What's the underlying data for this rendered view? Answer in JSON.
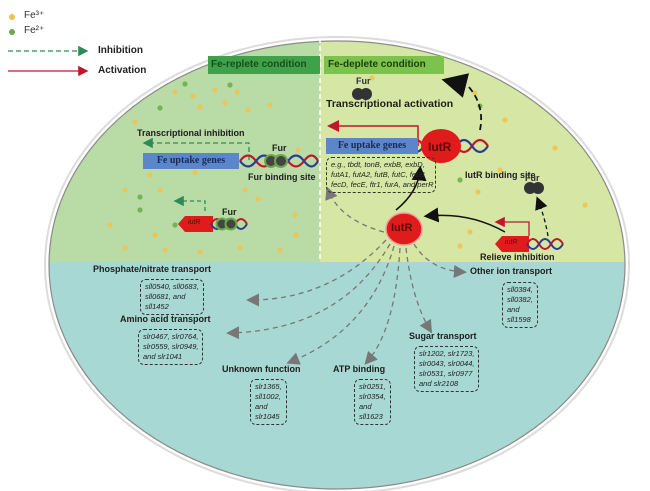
{
  "legend": {
    "fe3": {
      "label": "Fe³⁺",
      "color": "#f2c14e"
    },
    "fe2": {
      "label": "Fe²⁺",
      "color": "#6aaa4a"
    },
    "inhibition": {
      "label": "Inhibition",
      "color": "#2e8b57"
    },
    "activation": {
      "label": "Activation",
      "color": "#c0182a"
    }
  },
  "colors": {
    "replete_bg": "#b9dba6",
    "deplete_bg": "#d6e6a4",
    "lower_bg": "#a7d8d3",
    "iutr_red": "#e01b1b",
    "gene_blue": "#5b86c9",
    "cond_replete": "#3fa14a",
    "cond_deplete": "#7cc24c"
  },
  "conditions": {
    "replete": "Fe-replete condition",
    "deplete": "Fe-deplete condition"
  },
  "replete": {
    "transcriptional_inhibition": "Transcriptional inhibition",
    "fe_uptake_genes": "Fe uptake genes",
    "fur_top": "Fur",
    "fur_binding_site": "Fur binding site",
    "fur_bottom": "Fur",
    "iutr_gene": "iutR"
  },
  "deplete": {
    "fur_top": "Fur",
    "transcriptional_activation": "Transcriptional activation",
    "fe_uptake_genes": "Fe uptake genes",
    "iutr_on_dna": "IutR",
    "iutr_binding_site": "IutR binding site",
    "gene_examples": [
      "e.g., tbdt, tonB, exbB, exbD,",
      "futA1, futA2, futB, futC, fecB",
      "fecD, fecE, ftr1, furA, and perR"
    ],
    "fur_right": "Fur",
    "iutr_gene": "iutR",
    "relieve_inhibition": "Relieve inhibition"
  },
  "center": {
    "iutr": "IutR"
  },
  "functions": [
    {
      "title": "Phosphate/nitrate transport",
      "genes": [
        "sll0540, sll0683,",
        "sll0681, and",
        "sll1452"
      ]
    },
    {
      "title": "Amino acid transport",
      "genes": [
        "slr0467, slr0764,",
        "slr0559, slr0949,",
        "and slr1041"
      ]
    },
    {
      "title": "Unknown function",
      "genes": [
        "slr1365,",
        "sll1002,",
        "and",
        "slr1045"
      ]
    },
    {
      "title": "ATP binding",
      "genes": [
        "slr0251,",
        "slr0354,",
        "and",
        "sll1623"
      ]
    },
    {
      "title": "Sugar transport",
      "genes": [
        "slr1202, slr1723,",
        "slr0043, slr0044,",
        "slr0531, slr0977",
        "and slr2108"
      ]
    },
    {
      "title": "Other ion transport",
      "genes": [
        "sll0384,",
        "sll0382,",
        "and",
        "sll1598"
      ]
    }
  ]
}
